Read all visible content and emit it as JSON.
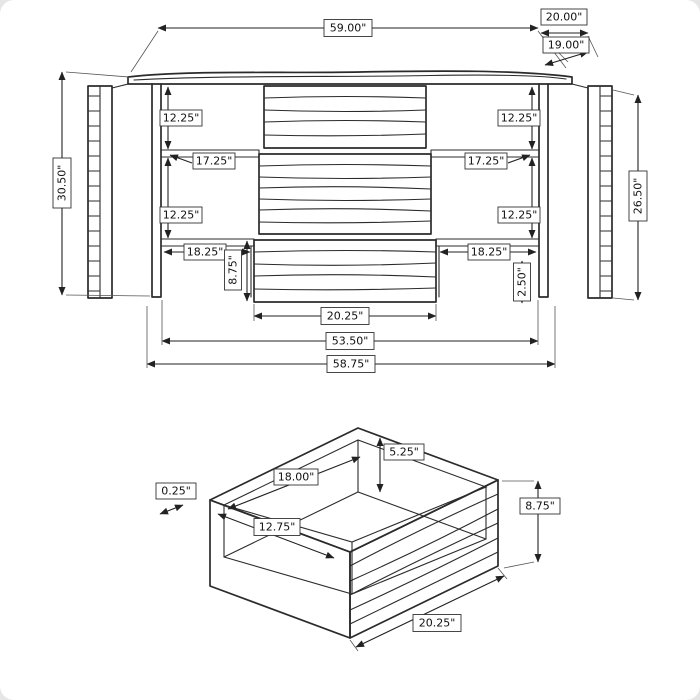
{
  "figure": {
    "background": "#ffffff",
    "line_color": "#2b2b2b"
  },
  "cabinet": {
    "name": "sideboard-front-elevation",
    "dims": {
      "top_width": "59.00\"",
      "top_depth": "20.00\"",
      "top_surface_depth": "19.00\"",
      "overall_height": "30.50\"",
      "right_side_height": "26.50\"",
      "upper_left_opening": "12.25\"",
      "lower_left_opening": "12.25\"",
      "upper_right_opening": "12.25\"",
      "lower_right_opening": "12.25\"",
      "left_shelf_depth": "17.25\"",
      "right_shelf_depth": "17.25\"",
      "left_bottom_opening": "18.25\"",
      "right_bottom_opening": "18.25\"",
      "drawer_height": "8.75\"",
      "bottom_clearance": "2.50\"",
      "drawer_width": "20.25\"",
      "interior_width": "53.50\"",
      "base_width": "58.75\""
    }
  },
  "drawer": {
    "name": "drawer-detail-perspective",
    "dims": {
      "inner_height": "5.25\"",
      "inner_width": "18.00\"",
      "panel_thickness": "0.25\"",
      "inner_depth": "12.75\"",
      "front_height": "8.75\"",
      "front_width": "20.25\""
    }
  }
}
